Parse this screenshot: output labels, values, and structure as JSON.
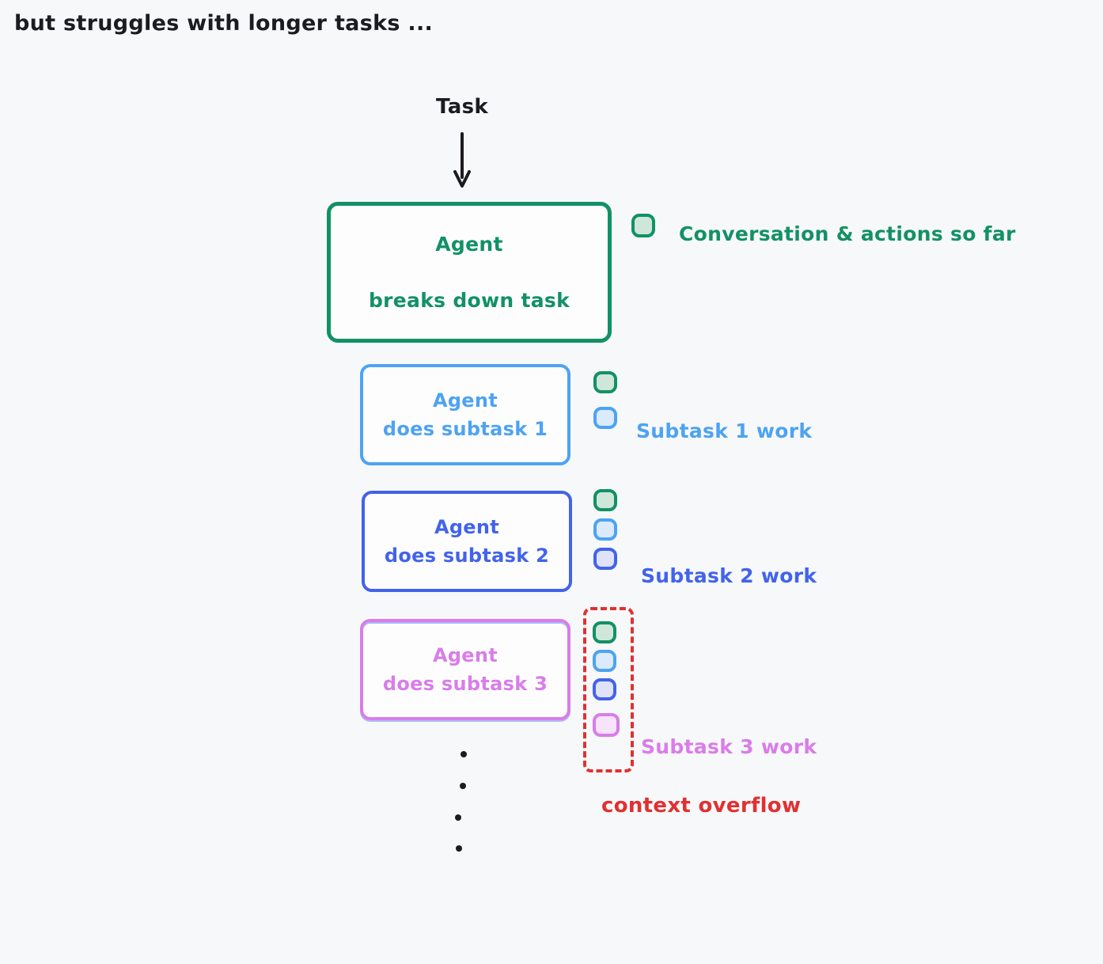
{
  "title": "but struggles with longer tasks ...",
  "task": {
    "label": "Task"
  },
  "agent_box": {
    "line1": "Agent",
    "line2": "breaks down task"
  },
  "legend": {
    "label": "Conversation & actions so far"
  },
  "subtask1": {
    "line1": "Agent",
    "line2": "does subtask 1",
    "work_label": "Subtask 1 work"
  },
  "subtask2": {
    "line1": "Agent",
    "line2": "does subtask 2",
    "work_label": "Subtask 2 work"
  },
  "subtask3": {
    "line1": "Agent",
    "line2": "does subtask 3",
    "work_label": "Subtask 3 work"
  },
  "overflow_label": "context overflow",
  "colors": {
    "background": "#f7f8fa",
    "ink": "#1b1b20",
    "green": "#129164",
    "green_fill": "#cfe7da",
    "blue": "#4da3f2",
    "blue_fill": "#dbeafc",
    "indigo": "#4263eb",
    "indigo_fill": "#dfe2f8",
    "purple": "#d97de9",
    "purple_fill": "#f6e3fc",
    "red": "#e03131"
  }
}
